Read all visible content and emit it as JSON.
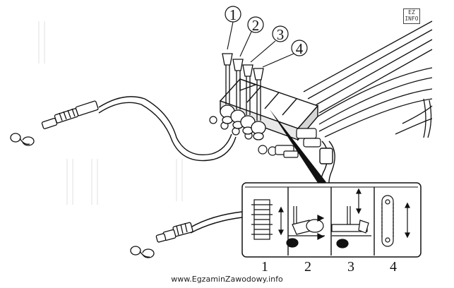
{
  "callouts": [
    "1",
    "2",
    "3",
    "4"
  ],
  "panel_numbers": [
    "1",
    "2",
    "3",
    "4"
  ],
  "watermark": "www.EgzaminZawodowy.info",
  "logo_text": [
    "EZ",
    "INFO"
  ],
  "colors": {
    "ink": "#111111",
    "fill": "#ffffff",
    "shade": "#d6d6d6"
  }
}
